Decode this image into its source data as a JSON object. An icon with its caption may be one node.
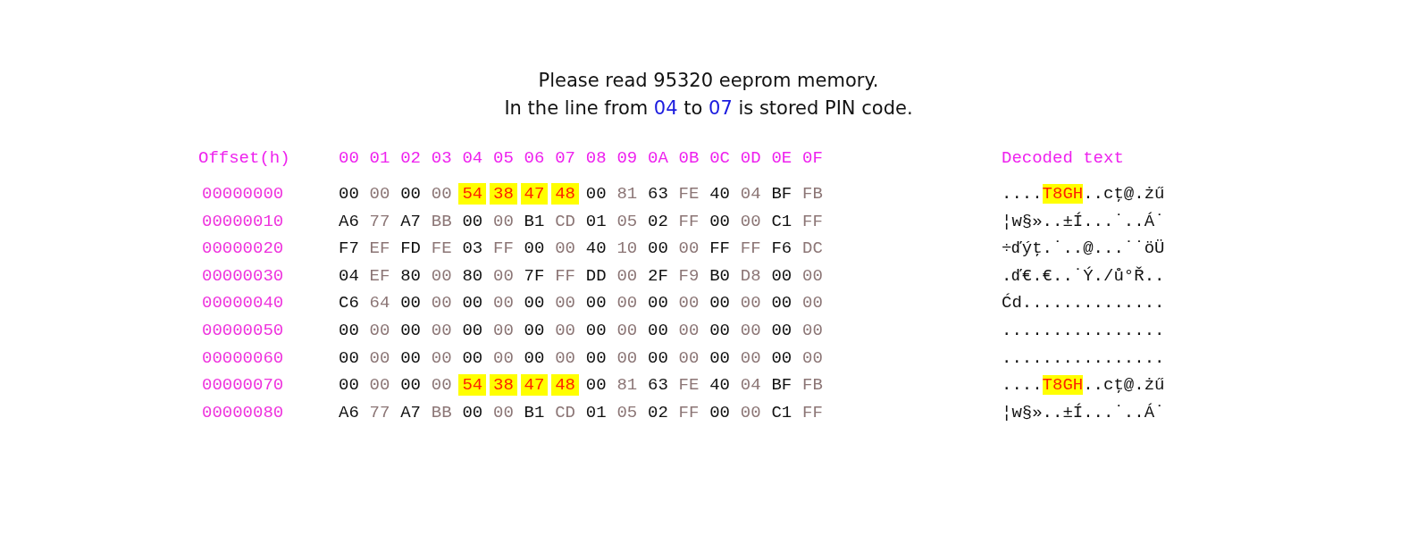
{
  "diagram": {
    "title": "Please read 95320 eeprom memory.",
    "labels": [
      "In the line from 04 to 07 is stored PIN code.",
      "Offset(h)",
      "00",
      "01",
      "02",
      "03",
      "04",
      "05",
      "06",
      "07",
      "08",
      "09",
      "0A",
      "0B",
      "0C",
      "0D",
      "0E",
      "0F",
      "Decoded text",
      "00000000",
      "00",
      "00",
      "00",
      "00",
      "54",
      "38",
      "47",
      "48",
      "00",
      "81",
      "63",
      "FE",
      "40",
      "04",
      "BF",
      "FB",
      "....T8GH..cţ@.żű",
      "00000010",
      "A6",
      "77",
      "A7",
      "BB",
      "00",
      "00",
      "B1",
      "CD",
      "01",
      "05",
      "02",
      "FF",
      "00",
      "00",
      "C1",
      "FF",
      "¦w§»..±Í...˙..Á˙",
      "00000020",
      "F7",
      "EF",
      "FD",
      "FE",
      "03",
      "FF",
      "00",
      "00",
      "40",
      "10",
      "00",
      "00",
      "FF",
      "FF",
      "F6",
      "DC",
      "÷ďýţ.˙..@...˙˙öÜ",
      "00000030",
      "04",
      "EF",
      "80",
      "00",
      "80",
      "00",
      "7F",
      "FF",
      "DD",
      "00",
      "2F",
      "F9",
      "B0",
      "D8",
      "00",
      "00",
      ".ď€.€..˙Ý./ů°Ř..",
      "00000040",
      "C6",
      "64",
      "00",
      "00",
      "00",
      "00",
      "00",
      "00",
      "00",
      "00",
      "00",
      "00",
      "00",
      "00",
      "00",
      "00",
      "Ćd..............",
      "00000050",
      "00",
      "00",
      "00",
      "00",
      "00",
      "00",
      "00",
      "00",
      "00",
      "00",
      "00",
      "00",
      "00",
      "00",
      "00",
      "00",
      "................",
      "00000060",
      "00",
      "00",
      "00",
      "00",
      "00",
      "00",
      "00",
      "00",
      "00",
      "00",
      "00",
      "00",
      "00",
      "00",
      "00",
      "00",
      "................",
      "00000070",
      "00",
      "00",
      "00",
      "00",
      "54",
      "38",
      "47",
      "48",
      "00",
      "81",
      "63",
      "FE",
      "40",
      "04",
      "BF",
      "FB",
      "....T8GH..cţ@.żű",
      "00000080",
      "A6",
      "77",
      "A7",
      "BB",
      "00",
      "00",
      "B1",
      "CD",
      "01",
      "05",
      "02",
      "FF",
      "00",
      "00",
      "C1",
      "FF",
      "¦w§»..±Í...˙..Á˙"
    ]
  }
}
